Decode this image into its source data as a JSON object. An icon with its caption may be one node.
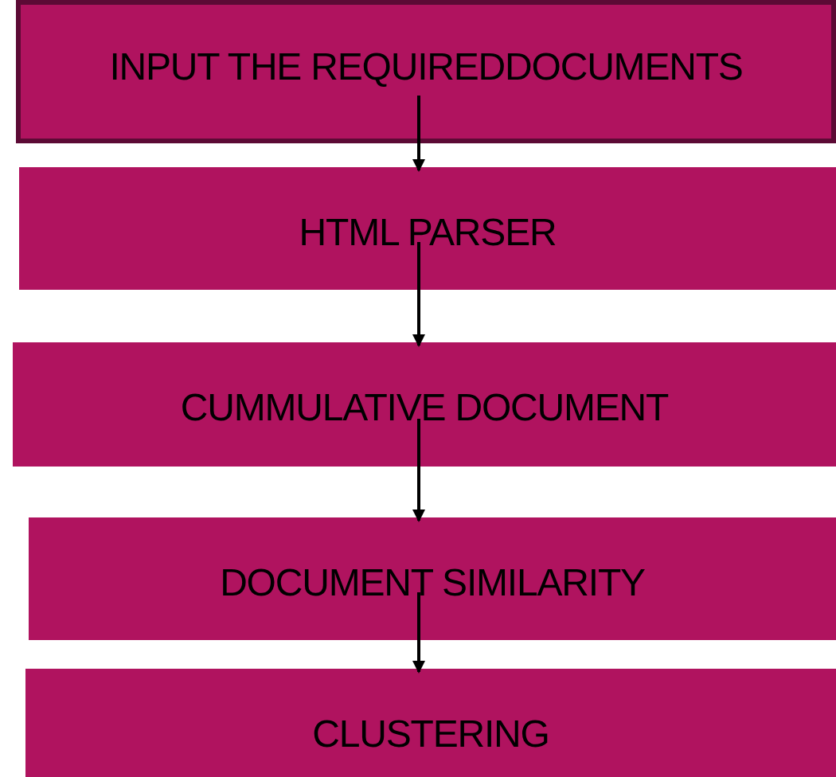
{
  "diagram": {
    "nodes": [
      {
        "text": [
          "INPUT THE REQUIREDDOCUMENTS"
        ]
      },
      {
        "text": [
          "HTML PARSER"
        ]
      },
      {
        "text": [
          "CUMMULATIVE DOCUMENT"
        ]
      },
      {
        "text": [
          "DOCUMENT SIMILARITY"
        ]
      },
      {
        "text": [
          "CLUSTERING"
        ]
      }
    ],
    "edges": [
      {
        "from": 0,
        "to": 1,
        "arrow": "to"
      },
      {
        "from": 1,
        "to": 2,
        "arrow": "to"
      },
      {
        "from": 2,
        "to": 3,
        "arrow": "to"
      },
      {
        "from": 3,
        "to": 4,
        "arrow": "to"
      }
    ]
  }
}
